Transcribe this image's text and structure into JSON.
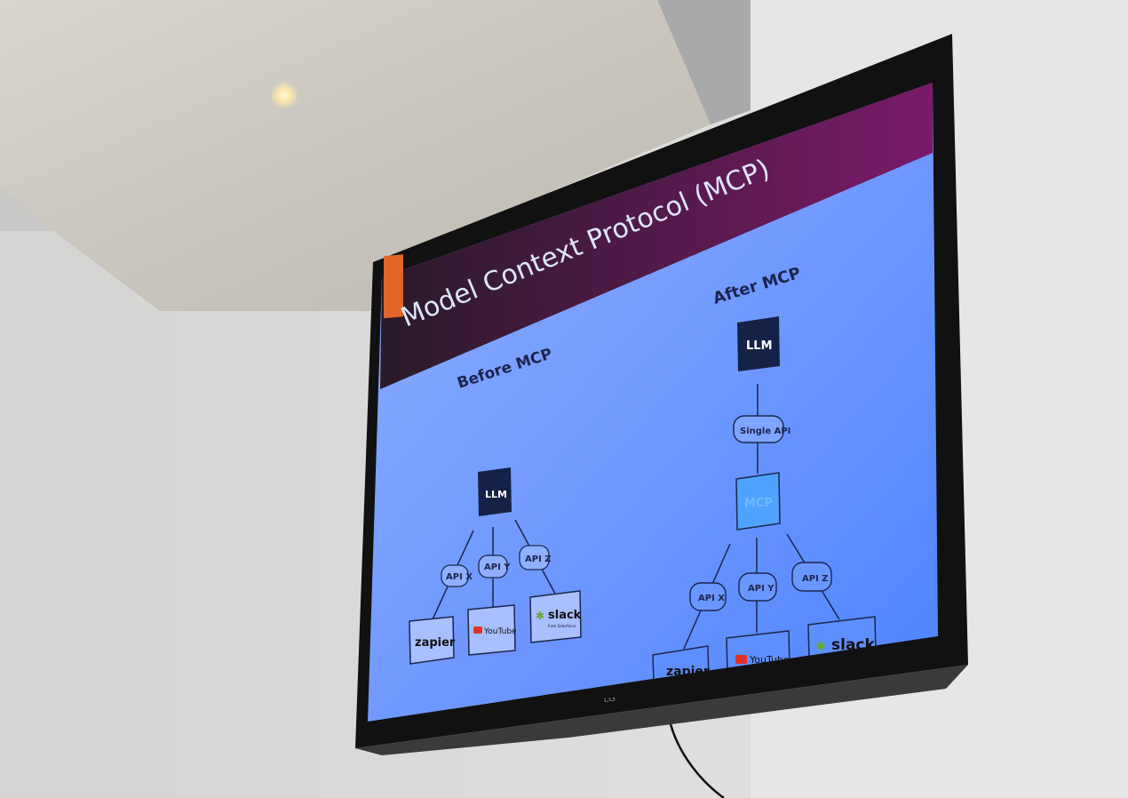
{
  "slide": {
    "title": "Model Context Protocol (MCP)",
    "before": {
      "heading": "Before MCP",
      "llm": "LLM",
      "apis": [
        "API X",
        "API Y",
        "API Z"
      ],
      "services": [
        "zapier",
        "YouTube",
        "slack"
      ],
      "slack_sub": "from Salesforce"
    },
    "after": {
      "heading": "After MCP",
      "llm": "LLM",
      "single_api": "Single API",
      "mcp": "MCP",
      "apis": [
        "API X",
        "API Y",
        "API Z"
      ],
      "services": [
        "zapier",
        "YouTube",
        "slack"
      ]
    }
  },
  "tv": {
    "brand": "LG"
  },
  "colors": {
    "slide_bg": "#6f96ff",
    "header": "#5a1a4e",
    "llm_box": "#152247",
    "mcp_box": "#4fa3ff",
    "logo": "#e0662a"
  }
}
